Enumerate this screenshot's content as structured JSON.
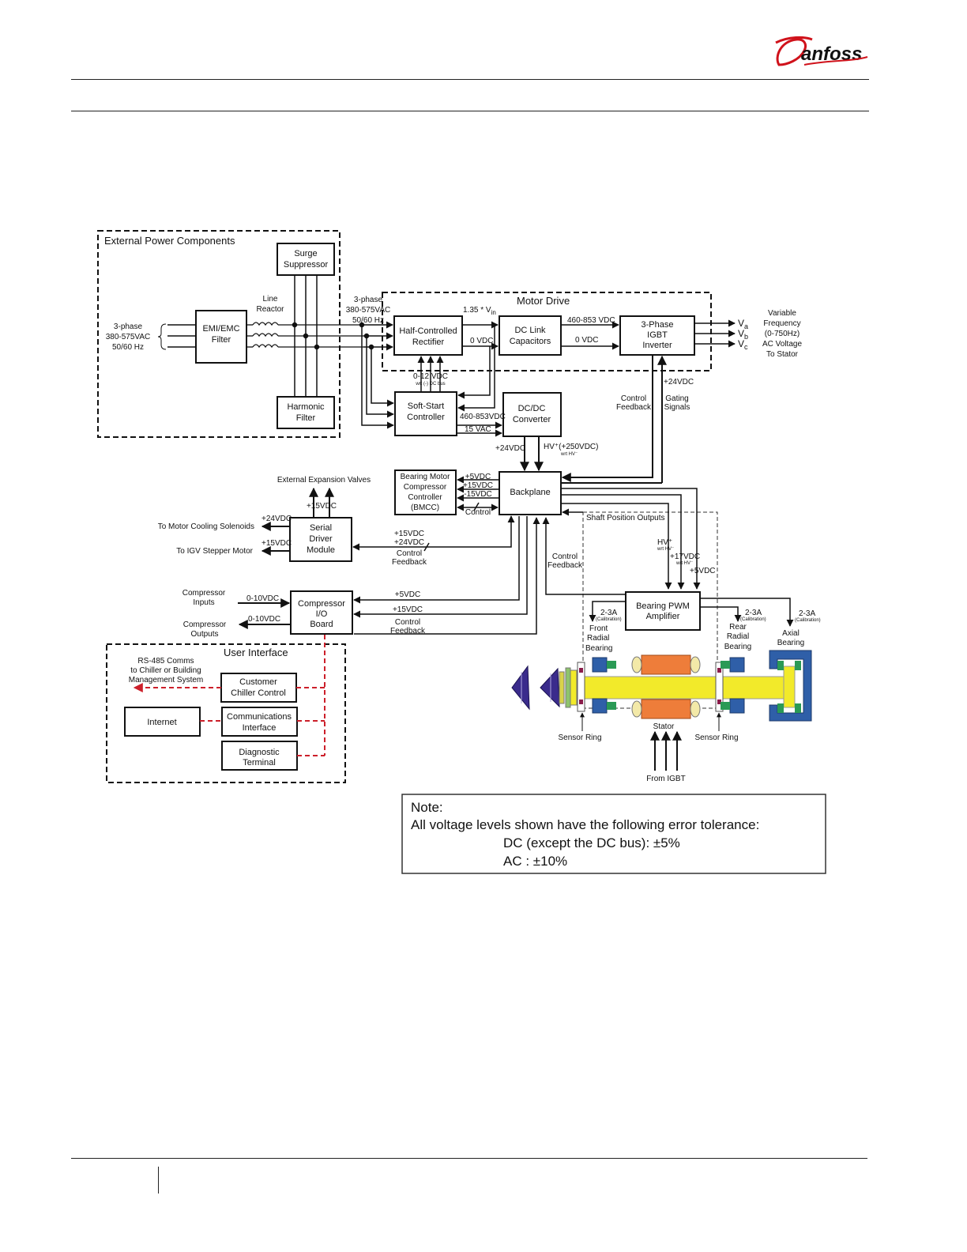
{
  "brand": {
    "logo_text": "Danfoss"
  },
  "groups": {
    "external_power": "External Power Components",
    "motor_drive": "Motor Drive",
    "user_interface": "User Interface"
  },
  "blocks": {
    "surge_suppressor": [
      "Surge",
      "Suppressor"
    ],
    "emi_filter": [
      "EMI/EMC",
      "Filter"
    ],
    "harmonic_filter": [
      "Harmonic",
      "Filter"
    ],
    "rectifier": [
      "Half-Controlled",
      "Rectifier"
    ],
    "dc_link": [
      "DC Link",
      "Capacitors"
    ],
    "igbt_inverter": [
      "3-Phase",
      "IGBT",
      "Inverter"
    ],
    "soft_start": [
      "Soft-Start",
      "Controller"
    ],
    "dcdc": [
      "DC/DC",
      "Converter"
    ],
    "bmcc": [
      "Bearing Motor",
      "Compressor",
      "Controller",
      "(BMCC)"
    ],
    "backplane": [
      "Backplane"
    ],
    "serial_driver": [
      "Serial",
      "Driver",
      "Module"
    ],
    "compressor_io": [
      "Compressor",
      "I/O",
      "Board"
    ],
    "bearing_pwm": [
      "Bearing PWM",
      "Amplifier"
    ],
    "customer_control": [
      "Customer",
      "Chiller Control"
    ],
    "internet": [
      "Internet"
    ],
    "comm_interface": [
      "Communications",
      "Interface"
    ],
    "diagnostic": [
      "Diagnostic",
      "Terminal"
    ]
  },
  "labels": {
    "input_supply": [
      "3-phase",
      "380-575VAC",
      "50/60 Hz"
    ],
    "line_reactor": [
      "Line",
      "Reactor"
    ],
    "drive_input": [
      "3-phase",
      "380-575VAC",
      "50/60 Hz"
    ],
    "vin": "1.35 * V",
    "vin_sub": "in",
    "dc_460_853": "460-853 VDC",
    "zero_vdc_1": "0 VDC",
    "zero_vdc_2": "0 VDC",
    "va": "V",
    "va_sub": "a",
    "vb": "V",
    "vb_sub": "b",
    "vc": "V",
    "vc_sub": "c",
    "output": [
      "Variable",
      "Frequency",
      "(0-750Hz)",
      "AC Voltage",
      "To Stator"
    ],
    "zero_12_vdc": "0-12 VDC",
    "zero_12_tiny": "wrt (-) DC bus",
    "ss_460_853": "460-853VDC",
    "ss_15vac": "15 VAC",
    "plus24_dcdc": "+24VDC",
    "hv_250": "HV⁺(+250VDC)",
    "hv_250_tiny": "wrt HV⁻",
    "plus24_gating": "+24VDC",
    "control_feedback_igbt": [
      "Control",
      "Feedback"
    ],
    "gating_signals": [
      "Gating",
      "Signals"
    ],
    "bmcc_supplies": [
      "+5VDC",
      "+15VDC",
      "-15VDC"
    ],
    "bmcc_control": "Control",
    "ext_valves": "External Expansion Valves",
    "plus15_valves": "+15VDC",
    "cooling_solenoids": "To Motor Cooling Solenoids",
    "plus24_solenoids": "+24VDC",
    "igv_motor": "To IGV Stepper Motor",
    "plus15_igv": "+15VDC",
    "serial_supplies": [
      "+15VDC",
      "+24VDC",
      "Control",
      "Feedback"
    ],
    "compressor_inputs": [
      "Compressor",
      "Inputs"
    ],
    "io_in_0_10": "0-10VDC",
    "compressor_outputs": [
      "Compressor",
      "Outputs"
    ],
    "io_out_0_10": "0-10VDC",
    "io_plus5": "+5VDC",
    "io_plus15": "+15VDC",
    "io_control": [
      "Control",
      "Feedback"
    ],
    "shaft_position": "Shaft Position Outputs",
    "bearing_control": [
      "Control",
      "Feedback"
    ],
    "hv_plus": "HV⁺",
    "hv_plus_tiny": "wrt HV⁻",
    "plus17": "+17VDC",
    "plus17_tiny": "wrt HV⁻",
    "plus5_bpwm": "+5VDC",
    "front_current": "2-3A",
    "front_cal": "(Calibration)",
    "front_bearing": [
      "Front",
      "Radial",
      "Bearing"
    ],
    "rear_current": "2-3A",
    "rear_cal": "(Calibration)",
    "rear_bearing": [
      "Rear",
      "Radial",
      "Bearing"
    ],
    "axial_current": "2-3A",
    "axial_cal": "(Calibration)",
    "axial_bearing": [
      "Axial",
      "Bearing"
    ],
    "sensor_ring_left": "Sensor Ring",
    "sensor_ring_right": "Sensor Ring",
    "stator": "Stator",
    "from_igbt": "From IGBT",
    "rs485": [
      "RS-485 Comms",
      "to Chiller or Building",
      "Management System"
    ]
  },
  "note": {
    "title": "Note:",
    "line1": "All voltage levels shown have the following error tolerance:",
    "line2": "DC (except the DC bus): ±5%",
    "line3": "AC : ±10%"
  },
  "colors": {
    "red_link": "#cc1f2a",
    "shaft": "#f2ea2a",
    "stator": "#ee7d3a",
    "bearing_blue": "#2f5fa8",
    "bearing_green": "#2a9a55",
    "impeller": "#3a2b8c"
  }
}
